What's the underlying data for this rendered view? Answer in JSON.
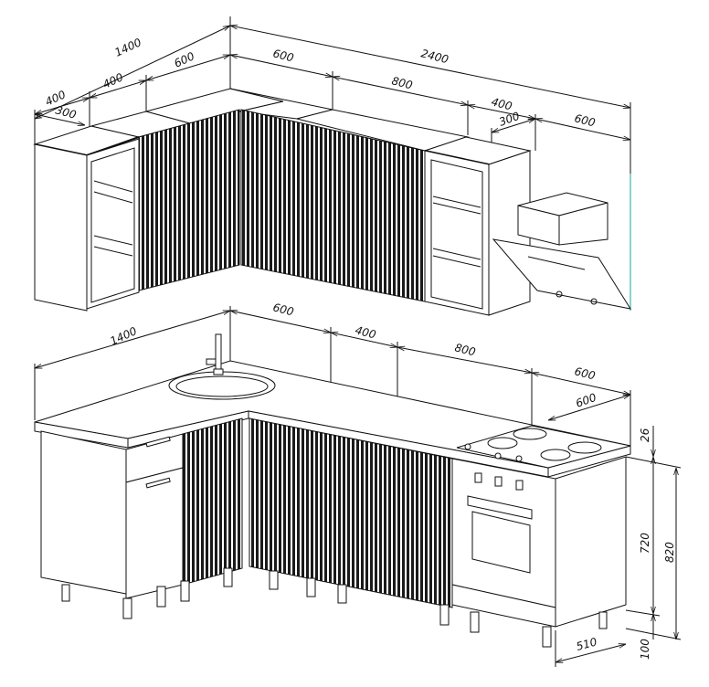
{
  "drawing": {
    "upper_dimensions": {
      "total_left": "1400",
      "left_depth_outer": "400",
      "left_depth_inner": "300",
      "left_cab": "400",
      "left_corner": "600",
      "right_corner": "600",
      "total_right": "2400",
      "right_middle": "800",
      "right_cab": "400",
      "right_depth": "300",
      "hood": "600"
    },
    "lower_dimensions": {
      "total_left": "1400",
      "corner": "600",
      "segment": "400",
      "middle": "800",
      "stove_width": "600",
      "stove_depth": "600",
      "countertop": "26",
      "cabinet_height": "720",
      "total_height": "820",
      "depth": "510",
      "legs": "100"
    },
    "colors": {
      "line": "#111111",
      "accent": "#1aa39a"
    }
  }
}
